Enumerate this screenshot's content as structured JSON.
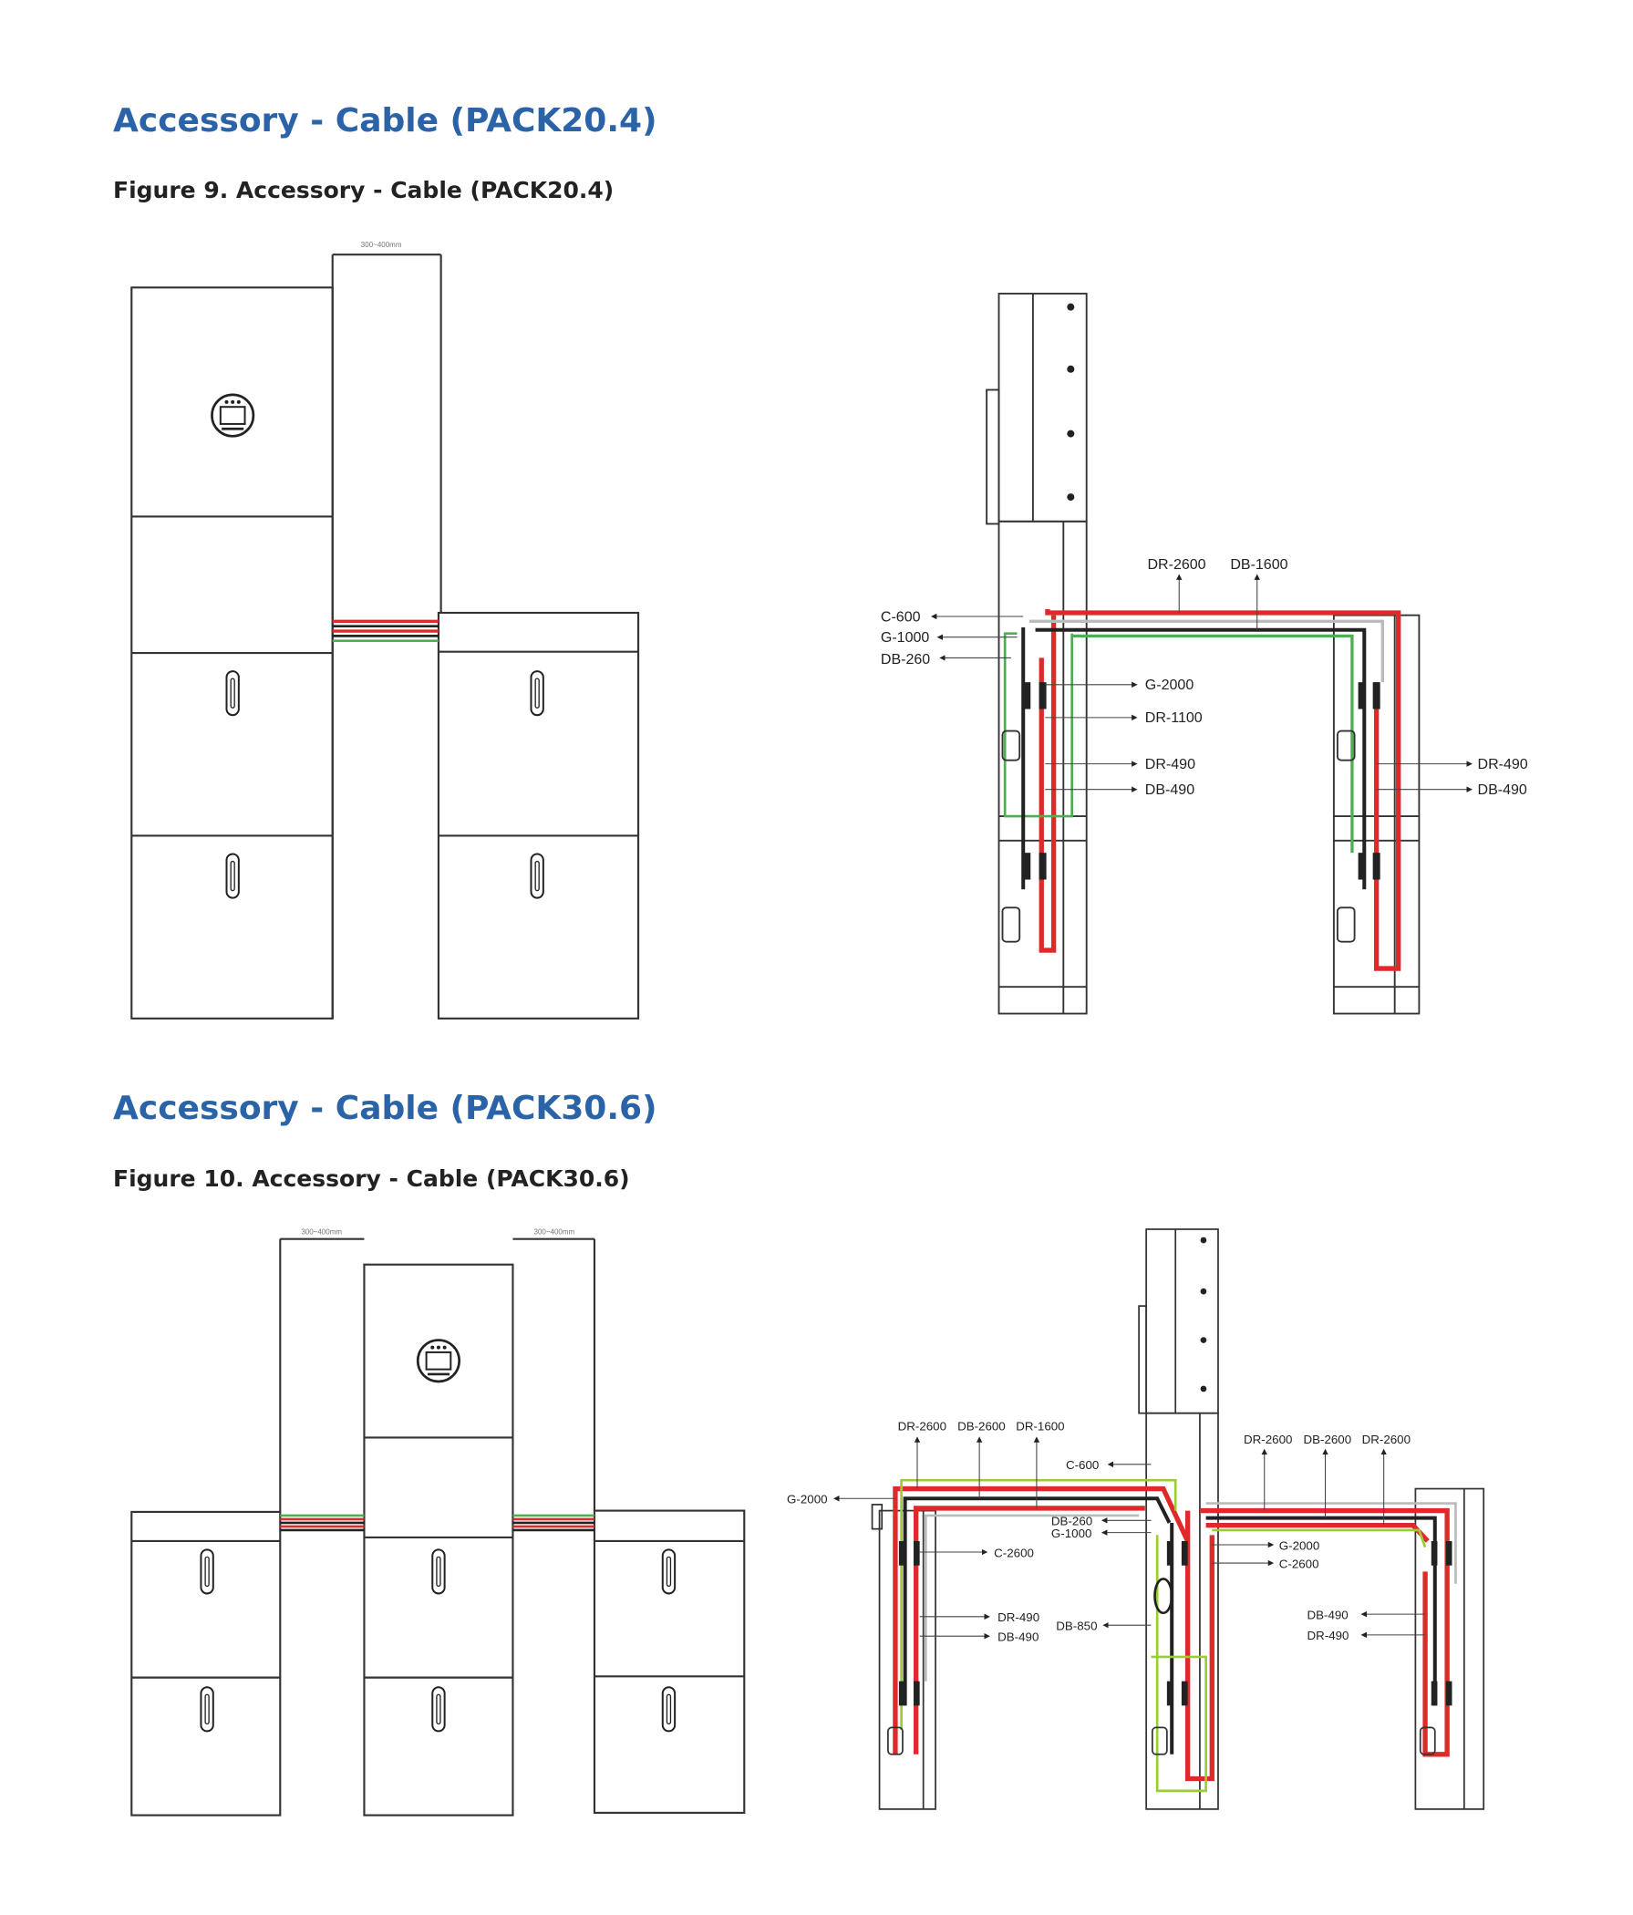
{
  "section1": {
    "title": "Accessory - Cable (PACK20.4)",
    "caption": "Figure 9.  Accessory - Cable (PACK20.4)",
    "dimension": "300~400mm",
    "labels": {
      "dr2600": "DR-2600",
      "db1600": "DB-1600",
      "c600": "C-600",
      "g1000": "G-1000",
      "db260": "DB-260",
      "g2000": "G-2000",
      "dr1100": "DR-1100",
      "dr490": "DR-490",
      "db490": "DB-490",
      "dr490r": "DR-490",
      "db490r": "DB-490"
    }
  },
  "section2": {
    "title": "Accessory - Cable (PACK30.6)",
    "caption": "Figure 10.  Accessory - Cable (PACK30.6)",
    "dimension_left": "300~400mm",
    "dimension_right": "300~400mm",
    "labels": {
      "dr2600a": "DR-2600",
      "db2600a": "DB-2600",
      "dr1600": "DR-1600",
      "g2000l": "G-2000",
      "c600": "C-600",
      "db260": "DB-260",
      "g1000": "G-1000",
      "c2600l": "C-2600",
      "dr490l": "DR-490",
      "db490l": "DB-490",
      "db850": "DB-850",
      "dr2600b": "DR-2600",
      "db2600b": "DB-2600",
      "dr2600c": "DR-2600",
      "g2000r": "G-2000",
      "c2600r": "C-2600",
      "db490r": "DB-490",
      "dr490r": "DR-490"
    }
  },
  "colors": {
    "heading": "#2a63a8",
    "cable_red": "#e02a2a",
    "cable_green": "#4caf50",
    "cable_black": "#222222",
    "cable_gray": "#b0b0b0"
  }
}
